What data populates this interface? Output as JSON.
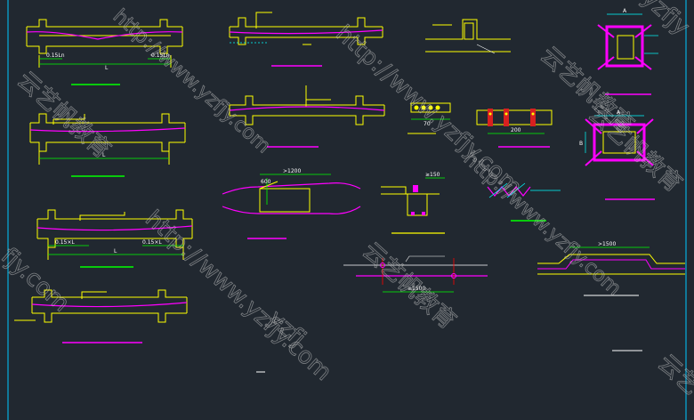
{
  "drawing": {
    "labels": {
      "dim_0_15ln_a": "0.15Ln",
      "dim_0_15ln_b": "0.15Ln",
      "dim_L_1": "L",
      "dim_L_2": "L",
      "dim_0_15xl_a": "0.15×L",
      "dim_0_15xl_b": "0.15×L",
      "dim_L_3": "L",
      "dim_1200": ">1200",
      "dim_600": "600",
      "dim_70": "70",
      "dim_200": "200",
      "dim_150": "≥150",
      "dim_1500_a": ">1500",
      "dim_1500_b": "≥1500",
      "dim_A_1": "A",
      "dim_A_2": "A",
      "dim_B": "B"
    },
    "watermarks": {
      "url_1": "http://www.yzfjy.com",
      "url_2": "http://www.yzfjy.com",
      "url_3": "http://www.yzfjy.com",
      "url_4": "http://www.yzfjy.com",
      "brand_1": "云艺帆教育",
      "brand_2": "云艺帆教育",
      "brand_3": "云艺帆教育",
      "brand_4": "云艺帆教育",
      "frag_1": "yzfjy",
      "frag_2": "fjy.com",
      "frag_3": "云艺",
      "frag_4": "yzfj"
    },
    "colors": {
      "background": "#212830",
      "beam": "#ffff00",
      "rebar": "#ff00ff",
      "dimension": "#00ff00",
      "annotation": "#00ffff",
      "section": "#ff0000",
      "frame": "#00c8ff"
    }
  }
}
